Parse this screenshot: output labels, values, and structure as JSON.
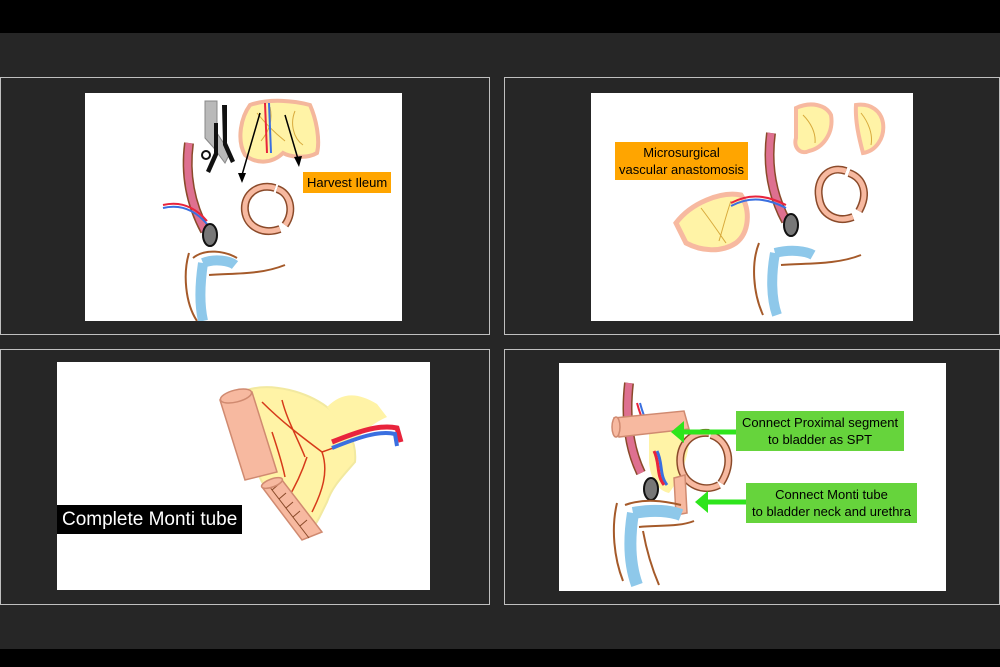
{
  "panels": {
    "top_left": {
      "label": "Harvest Ileum"
    },
    "top_right": {
      "label_line1": "Microsurgical",
      "label_line2": "vascular anastomosis"
    },
    "bottom_left": {
      "label": "Complete Monti tube"
    },
    "bottom_right": {
      "label1_line1": "Connect Proximal segment",
      "label1_line2": "to bladder as SPT",
      "label2_line1": "Connect Monti tube",
      "label2_line2": "to bladder neck and urethra"
    }
  },
  "colors": {
    "background": "#262626",
    "label_orange": "#ffa500",
    "label_green": "#66d43c",
    "arrow_green": "#2ee51c",
    "mesentery_yellow": "#fff3a6",
    "bowel_pink": "#f7b9a0",
    "artery_red": "#e8243c",
    "vein_blue": "#3a6fe0"
  }
}
